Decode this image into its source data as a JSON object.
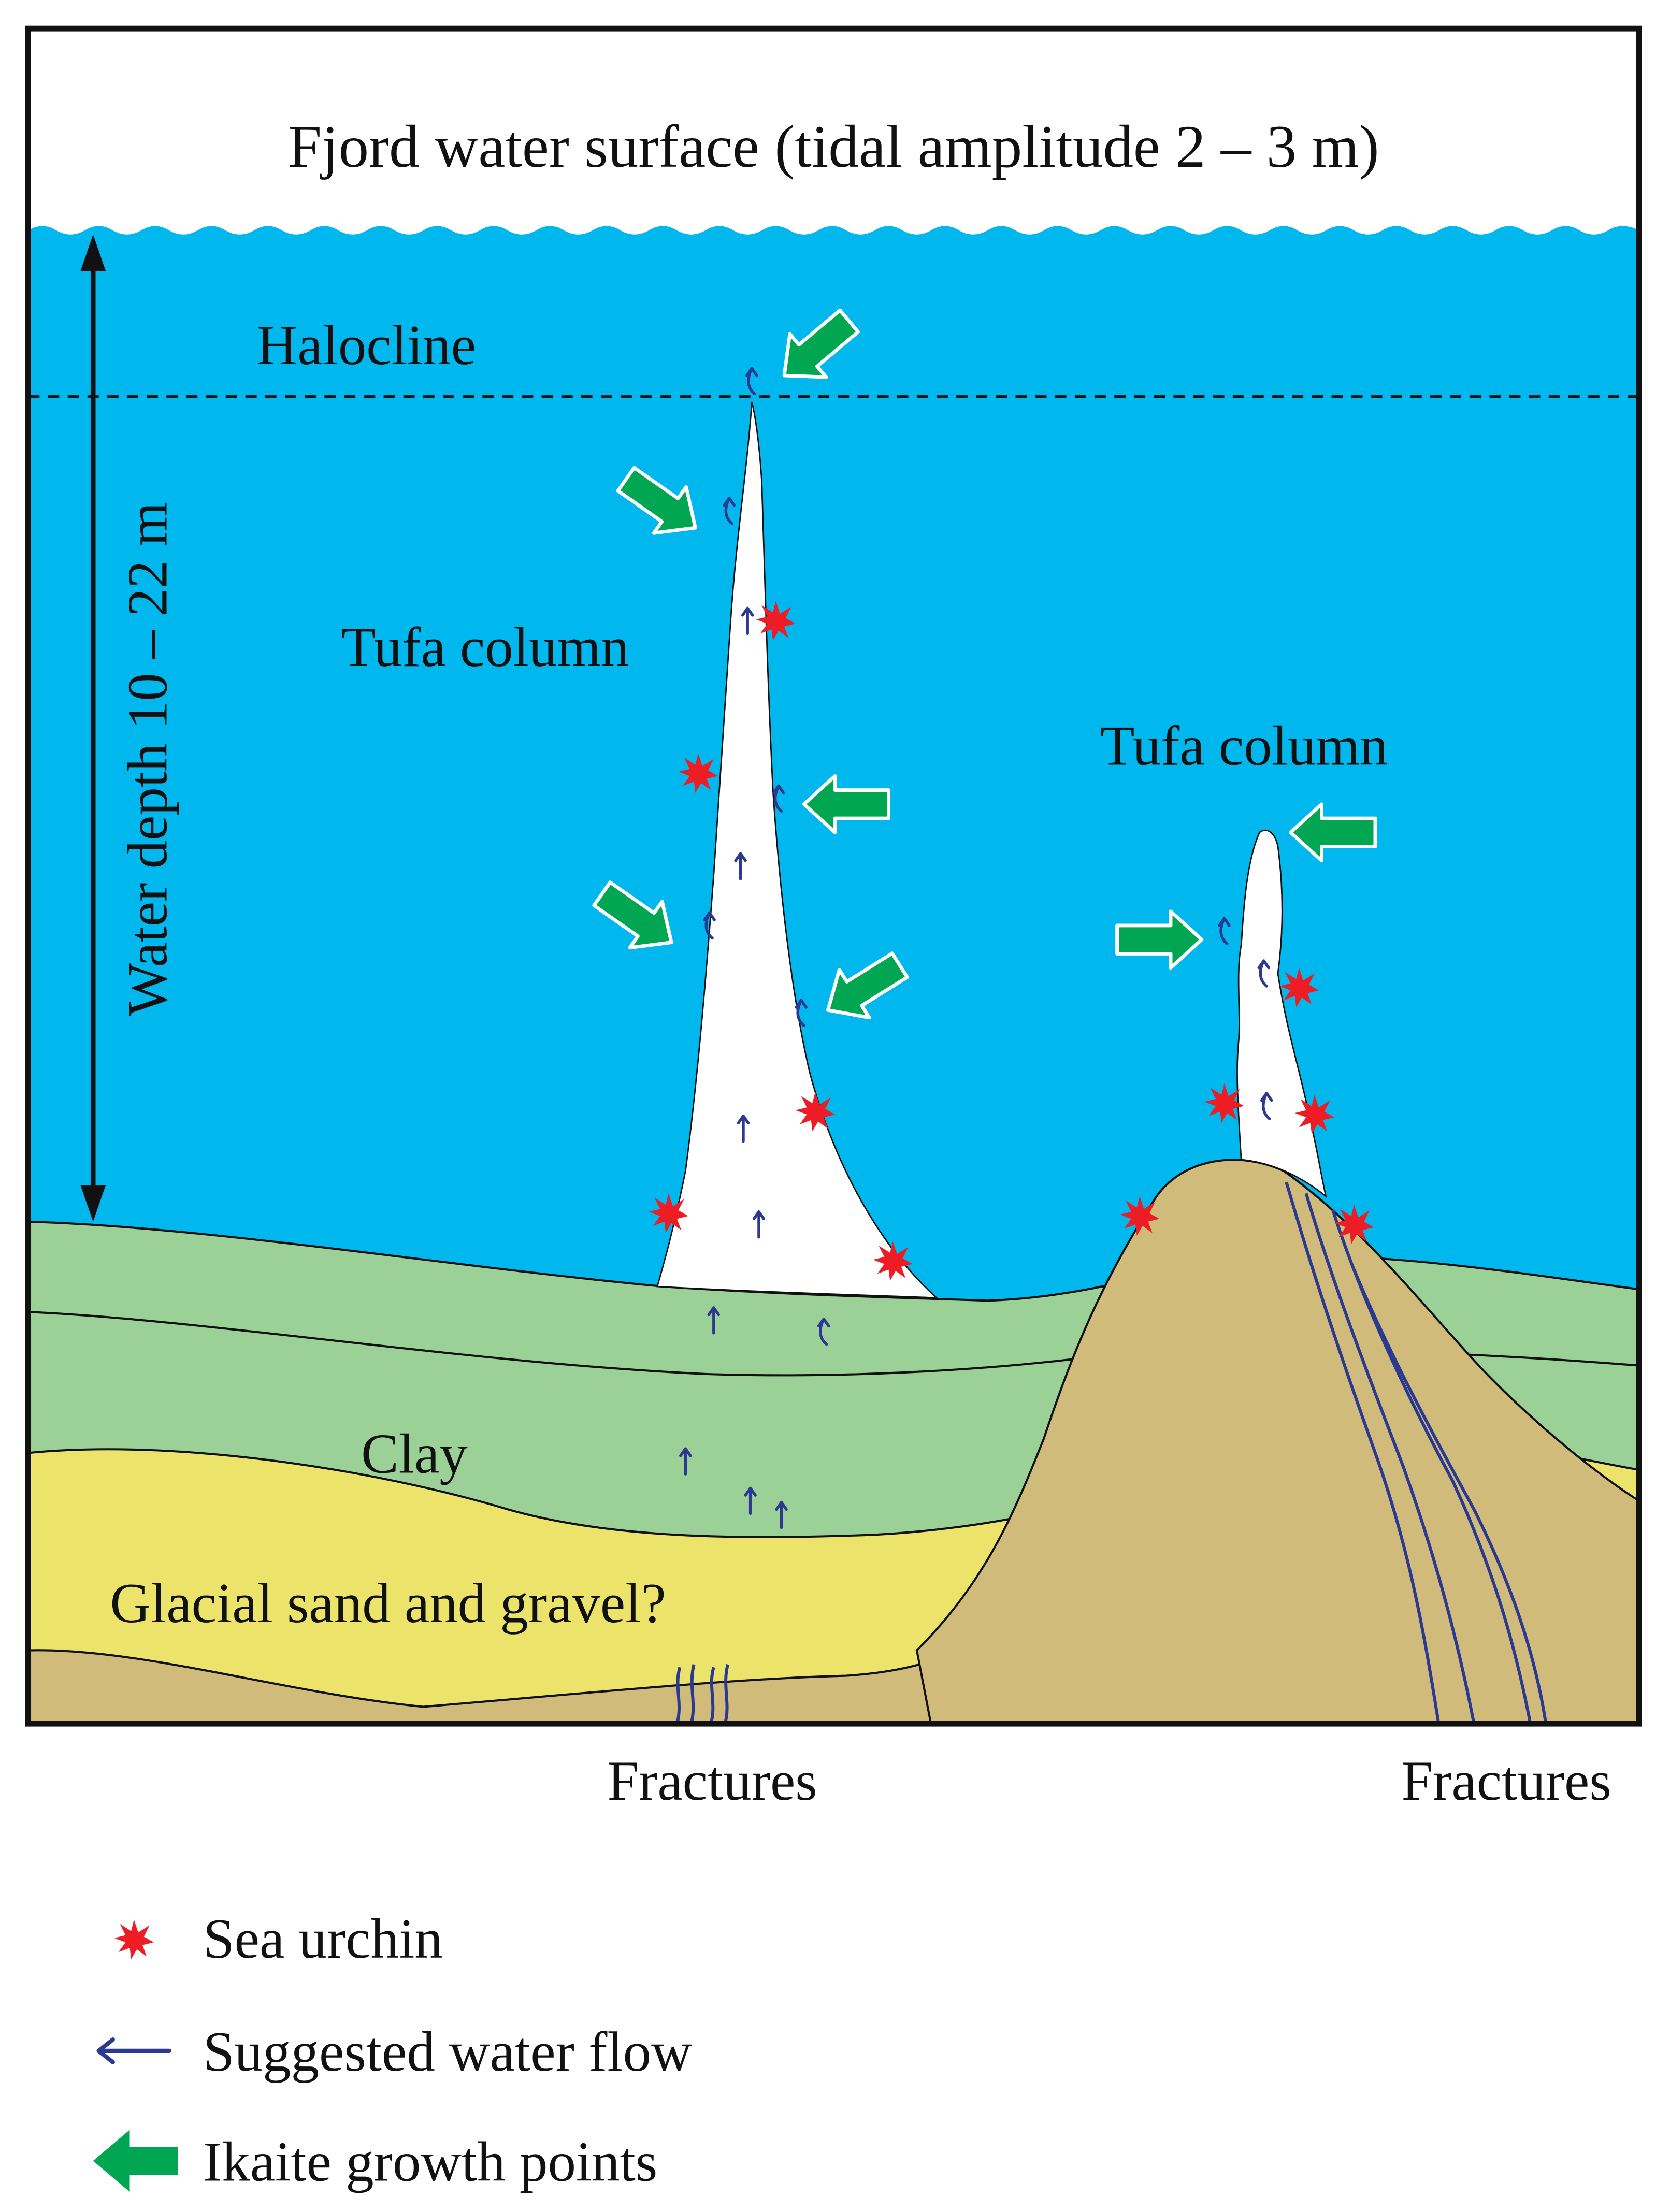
{
  "labels": {
    "surface": "Fjord water surface (tidal amplitude 2 – 3 m)",
    "halocline": "Halocline",
    "tufa_left": "Tufa column",
    "tufa_right": "Tufa column",
    "depth": "Water depth 10 – 22 m",
    "clay": "Clay",
    "sand": "Glacial sand and gravel?",
    "fractures_left": "Fractures",
    "fractures_right": "Fractures"
  },
  "legend": [
    {
      "key": "sea-urchin",
      "label": "Sea urchin"
    },
    {
      "key": "water-flow",
      "label": "Suggested water flow"
    },
    {
      "key": "ikaite-growth",
      "label": "Ikaite growth points"
    }
  ],
  "colors": {
    "water": "#00b8ee",
    "clay": "#9bd096",
    "sand": "#ece46a",
    "bedrock": "#d0bb7b",
    "tufa": "#ffffff",
    "urchin": "#ee1c25",
    "flow": "#2b3990",
    "growth_arrow": "#00a651",
    "outline": "#111111"
  }
}
